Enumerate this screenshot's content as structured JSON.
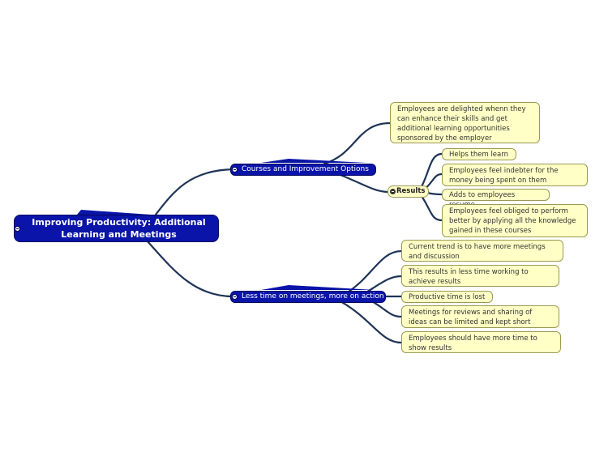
{
  "root": {
    "label": "Improving Productivity: Additional Learning and Meetings"
  },
  "branches": [
    {
      "label": "Courses and Improvement Options",
      "children": [
        {
          "text": "Employees are delighted whenn they can enhance their skills and get additional learning opportunities sponsored by the employer"
        }
      ],
      "results": {
        "label": "Results",
        "items": [
          {
            "text": "Helps them learn"
          },
          {
            "text": "Employees feel indebter for the money being spent on them"
          },
          {
            "text": "Adds to employees resume"
          },
          {
            "text": "Employees feel obliged to perform better by applying all the knowledge gained in these courses"
          }
        ]
      }
    },
    {
      "label": "Less time on meetings, more on action",
      "children": [
        {
          "text": "Current trend is to have more meetings and discussion"
        },
        {
          "text": "This results in less time working to achieve results"
        },
        {
          "text": "Productive time is lost"
        },
        {
          "text": "Meetings for reviews and sharing of ideas can be limited and kept short"
        },
        {
          "text": "Employees should have more time to show results"
        }
      ]
    }
  ],
  "colors": {
    "connector": "#1f3456",
    "main_fill": "#0a14a8",
    "leaf_fill": "#ffffc6"
  }
}
